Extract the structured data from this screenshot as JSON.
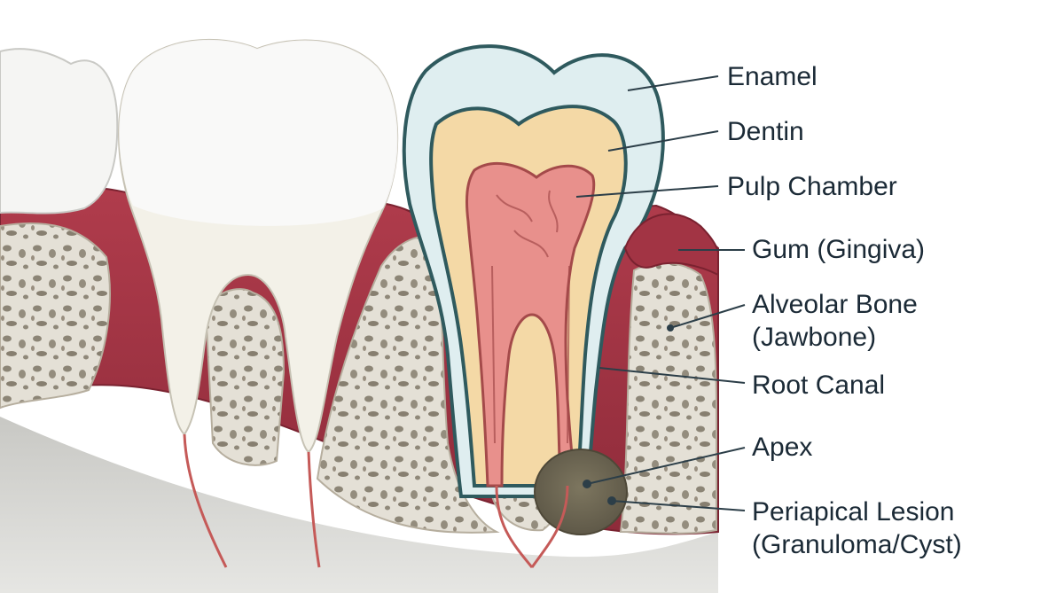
{
  "diagram": {
    "labels": {
      "enamel": "Enamel",
      "dentin": "Dentin",
      "pulp_chamber": "Pulp Chamber",
      "gum": "Gum (Gingiva)",
      "alveolar_bone_line1": "Alveolar Bone",
      "alveolar_bone_line2": "(Jawbone)",
      "root_canal": "Root Canal",
      "apex": "Apex",
      "lesion_line1": "Periapical Lesion",
      "lesion_line2": "(Granuloma/Cyst)"
    },
    "colors": {
      "enamel": "#dfeef0",
      "dentin": "#f4d9a6",
      "pulp": "#e8908c",
      "gum": "#9e3040",
      "bone": "#e2ded3",
      "outline": "#2f5a5e",
      "lesion": "#726a56",
      "leader": "#2c3e48"
    }
  }
}
